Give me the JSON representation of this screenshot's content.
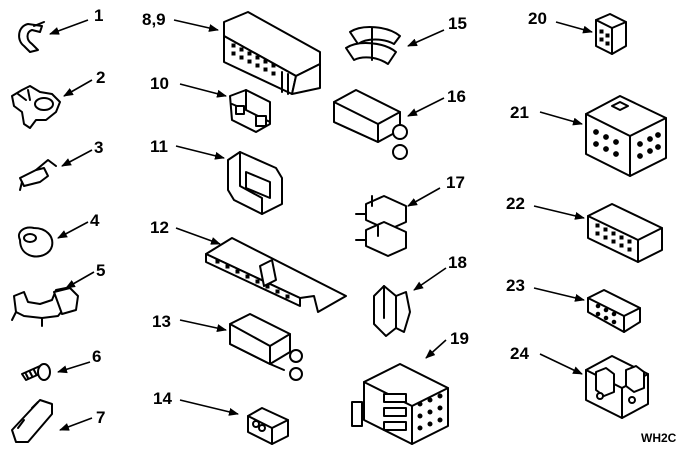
{
  "diagram": {
    "callouts": [
      {
        "id": "p1",
        "label": "1"
      },
      {
        "id": "p2",
        "label": "2"
      },
      {
        "id": "p3",
        "label": "3"
      },
      {
        "id": "p4",
        "label": "4"
      },
      {
        "id": "p5",
        "label": "5"
      },
      {
        "id": "p6",
        "label": "6"
      },
      {
        "id": "p7",
        "label": "7"
      },
      {
        "id": "p89",
        "label": "8,9"
      },
      {
        "id": "p10",
        "label": "10"
      },
      {
        "id": "p11",
        "label": "11"
      },
      {
        "id": "p12",
        "label": "12"
      },
      {
        "id": "p13",
        "label": "13"
      },
      {
        "id": "p14",
        "label": "14"
      },
      {
        "id": "p15",
        "label": "15"
      },
      {
        "id": "p16",
        "label": "16"
      },
      {
        "id": "p17",
        "label": "17"
      },
      {
        "id": "p18",
        "label": "18"
      },
      {
        "id": "p19",
        "label": "19"
      },
      {
        "id": "p20",
        "label": "20"
      },
      {
        "id": "p21",
        "label": "21"
      },
      {
        "id": "p22",
        "label": "22"
      },
      {
        "id": "p23",
        "label": "23"
      },
      {
        "id": "p24",
        "label": "24"
      }
    ],
    "code": "WH2C"
  }
}
